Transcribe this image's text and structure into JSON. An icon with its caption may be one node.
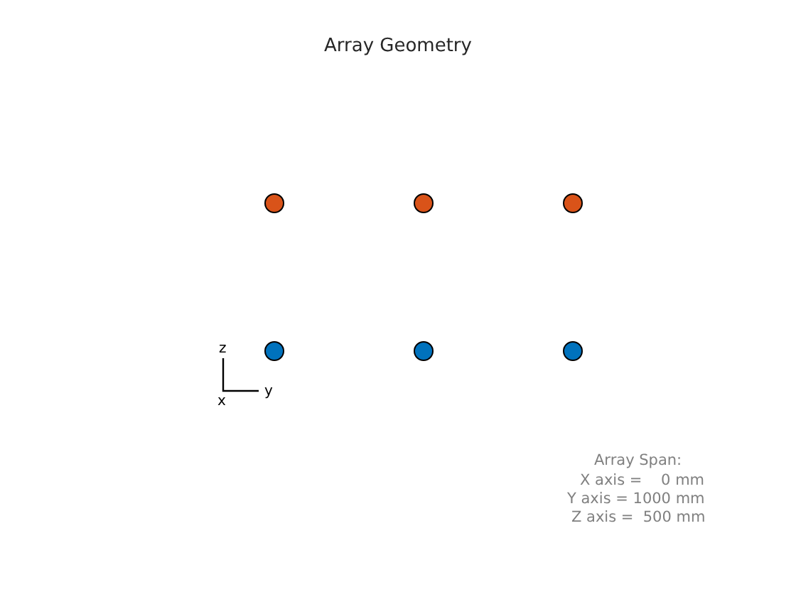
{
  "diagram": {
    "title": "Array Geometry",
    "nodes": [
      {
        "text": [],
        "shape": "circle"
      },
      {
        "text": [],
        "shape": "circle"
      },
      {
        "text": [],
        "shape": "circle"
      },
      {
        "text": [],
        "shape": "circle"
      },
      {
        "text": [],
        "shape": "circle"
      },
      {
        "text": [],
        "shape": "circle"
      }
    ],
    "edges": [],
    "labels": [
      "z",
      "x",
      "y",
      "Array Span:",
      "X axis =    0 mm",
      "Y axis = 1000 mm",
      "Z axis =  500 mm"
    ]
  }
}
